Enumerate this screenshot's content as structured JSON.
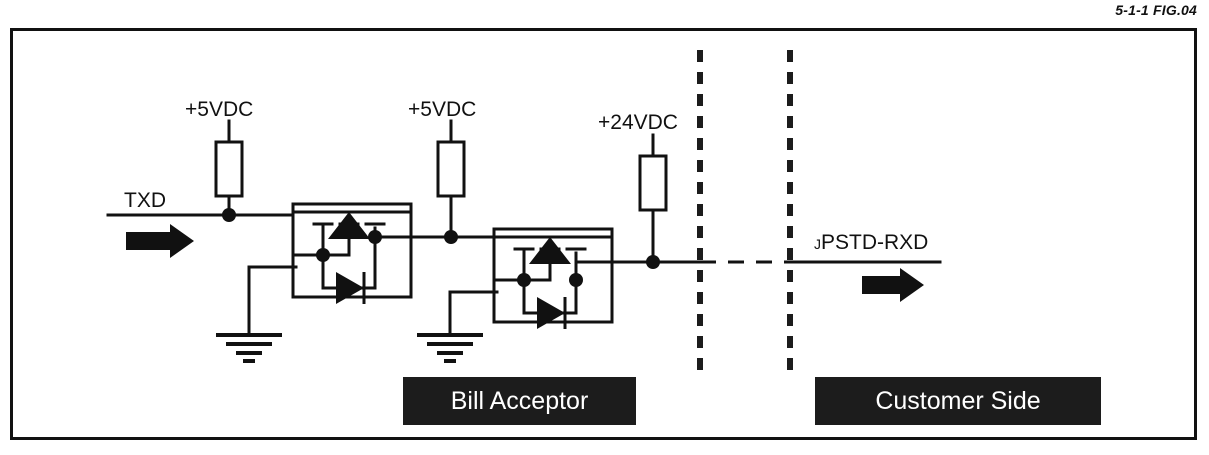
{
  "figure": {
    "caption": "5-1-1 FIG.04",
    "frame": {
      "border_color": "#111111"
    }
  },
  "labels": {
    "supply_1": "+5VDC",
    "supply_2": "+5VDC",
    "supply_3": "+24VDC",
    "signal_in": "TXD",
    "signal_out_prefix": "J",
    "signal_out": "PSTD-RXD"
  },
  "boxes": {
    "bill_acceptor": "Bill Acceptor",
    "customer_side": "Customer Side",
    "box_fill": "#1c1c1c",
    "box_text_color": "#ffffff"
  },
  "circuit": {
    "type": "schematic",
    "description": "Opto-isolated serial level-shift interface: TXD input drives two cascaded optocouplers with pull-up resistors, output is JPSTD-RXD on the customer side",
    "nets": [
      {
        "name": "TXD",
        "direction": "input",
        "arrow": "right"
      },
      {
        "name": "JPSTD-RXD",
        "direction": "output",
        "arrow": "right"
      }
    ],
    "components": [
      {
        "id": "R1",
        "type": "resistor",
        "supply": "+5VDC"
      },
      {
        "id": "R2",
        "type": "resistor",
        "supply": "+5VDC"
      },
      {
        "id": "R3",
        "type": "resistor",
        "supply": "+24VDC"
      },
      {
        "id": "U1",
        "type": "optocoupler",
        "contains": [
          "photo-transistor",
          "led-diode"
        ]
      },
      {
        "id": "U2",
        "type": "optocoupler",
        "contains": [
          "photo-transistor",
          "led-diode"
        ]
      },
      {
        "id": "GND1",
        "type": "ground"
      },
      {
        "id": "GND2",
        "type": "ground"
      }
    ],
    "boundaries": [
      {
        "id": "boundary-left",
        "style": "dashed",
        "orientation": "vertical"
      },
      {
        "id": "boundary-right",
        "style": "dashed",
        "orientation": "vertical"
      }
    ],
    "line_color": "#111111"
  }
}
